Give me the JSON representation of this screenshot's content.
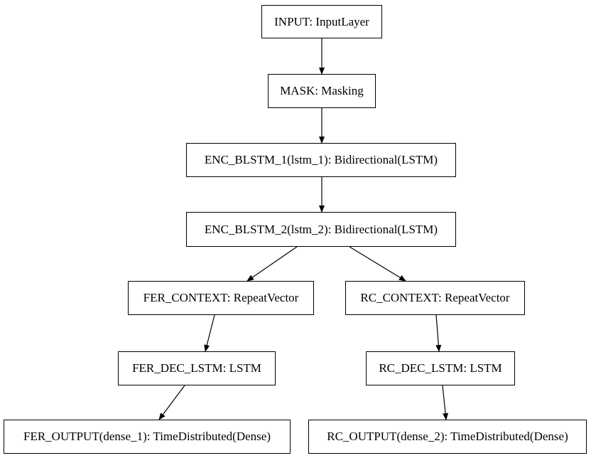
{
  "nodes": {
    "input": "INPUT: InputLayer",
    "mask": "MASK: Masking",
    "enc_blstm_1": "ENC_BLSTM_1(lstm_1): Bidirectional(LSTM)",
    "enc_blstm_2": "ENC_BLSTM_2(lstm_2): Bidirectional(LSTM)",
    "fer_context": "FER_CONTEXT: RepeatVector",
    "rc_context": "RC_CONTEXT: RepeatVector",
    "fer_dec_lstm": "FER_DEC_LSTM: LSTM",
    "rc_dec_lstm": "RC_DEC_LSTM: LSTM",
    "fer_output": "FER_OUTPUT(dense_1): TimeDistributed(Dense)",
    "rc_output": "RC_OUTPUT(dense_2): TimeDistributed(Dense)"
  },
  "edges": [
    {
      "from": "input",
      "to": "mask"
    },
    {
      "from": "mask",
      "to": "enc_blstm_1"
    },
    {
      "from": "enc_blstm_1",
      "to": "enc_blstm_2"
    },
    {
      "from": "enc_blstm_2",
      "to": "fer_context"
    },
    {
      "from": "enc_blstm_2",
      "to": "rc_context"
    },
    {
      "from": "fer_context",
      "to": "fer_dec_lstm"
    },
    {
      "from": "rc_context",
      "to": "rc_dec_lstm"
    },
    {
      "from": "fer_dec_lstm",
      "to": "fer_output"
    },
    {
      "from": "rc_dec_lstm",
      "to": "rc_output"
    }
  ],
  "colors": {
    "stroke": "#000000",
    "background": "#ffffff"
  }
}
